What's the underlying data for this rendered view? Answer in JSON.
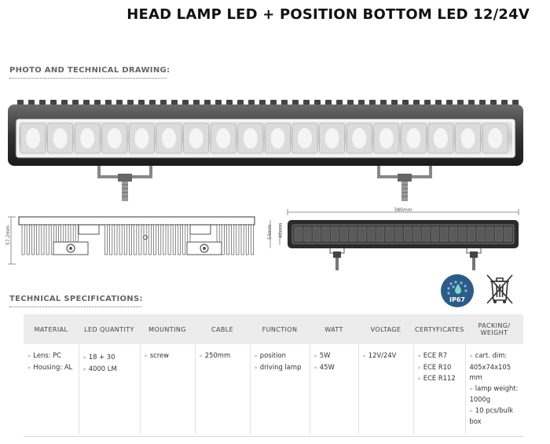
{
  "page": {
    "title": "HEAD LAMP LED + POSITION BOTTOM LED 12/24V",
    "section_photo": "PHOTO AND TECHNICAL DRAWING:",
    "section_spec": "TECHNICAL SPECIFICATIONS:"
  },
  "drawing": {
    "side_height_dim": "57.2mm",
    "front_width_dim": "380mm",
    "front_height_dim": "54mm",
    "front_inner_dim": "40mm"
  },
  "badges": {
    "ip_label": "IP67",
    "weee_icon": "crossed-out-bin-icon"
  },
  "colors": {
    "ip_badge": "#2b5c88",
    "title": "#111111"
  },
  "spec_table": {
    "headers": [
      "MATERIAL",
      "LED QUANTITY",
      "MOUNTING",
      "CABLE",
      "FUNCTION",
      "WATT",
      "VOLTAGE",
      "CERTYFICATES",
      "PACKING/ WEIGHT"
    ],
    "material": [
      "Lens: PC",
      "Housing: AL"
    ],
    "led_quantity": [
      "18 + 30",
      "4000 LM"
    ],
    "mounting": [
      "screw"
    ],
    "cable": [
      "250mm"
    ],
    "function": [
      "position",
      "driving lamp"
    ],
    "watt": [
      "5W",
      "45W"
    ],
    "voltage": [
      "12V/24V"
    ],
    "certificates": [
      "ECE R7",
      "ECE R10",
      "ECE R112"
    ],
    "packing": [
      "cart. dim: 405x74x105 mm",
      "lamp weight: 1000g",
      "10 pcs/bulk box"
    ]
  }
}
